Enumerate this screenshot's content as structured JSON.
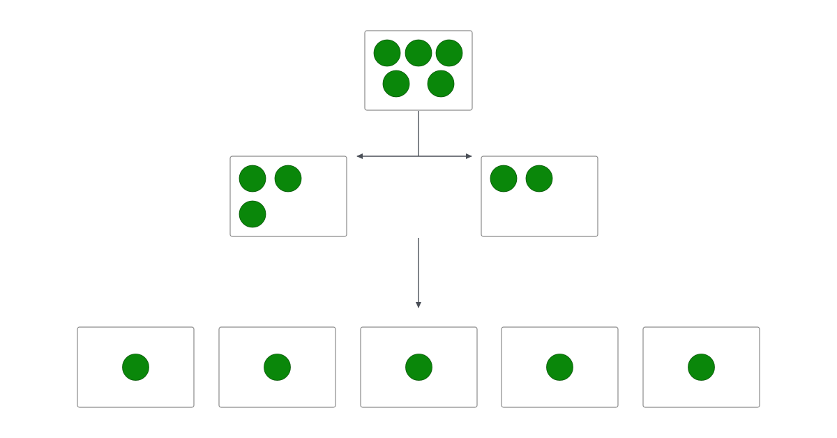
{
  "diagram": {
    "type": "partition-tree",
    "colors": {
      "item": "#0a870a",
      "item_stroke": "#0a5a0a",
      "box_border": "#8a8a8a",
      "connector": "#4a4f57",
      "background": "#ffffff"
    },
    "levels": [
      {
        "name": "root",
        "groups": [
          5
        ]
      },
      {
        "name": "split",
        "groups": [
          3,
          2
        ]
      },
      {
        "name": "leaves",
        "groups": [
          1,
          1,
          1,
          1,
          1
        ]
      }
    ],
    "connectors": [
      {
        "from": "root",
        "to": "split",
        "shape": "split-left-right"
      },
      {
        "from": "split",
        "to": "leaves",
        "shape": "straight-down"
      }
    ]
  }
}
